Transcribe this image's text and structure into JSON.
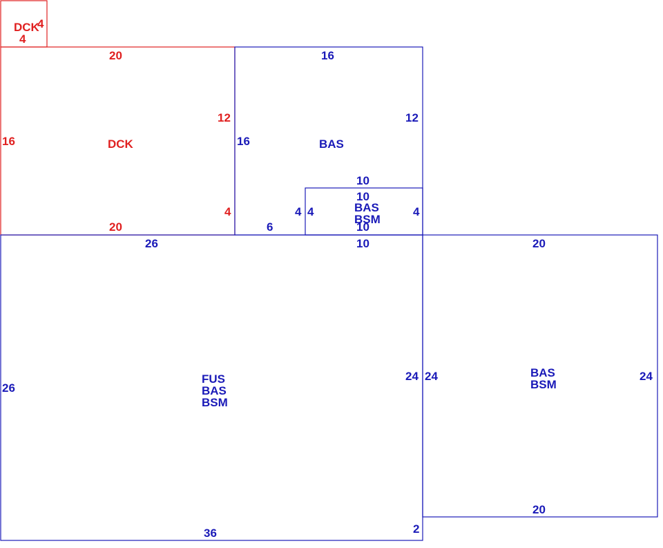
{
  "colors": {
    "deck": "#e02020",
    "building": "#1a1ab8",
    "background": "#ffffff"
  },
  "areas": [
    {
      "id": "dck-small",
      "codes": [
        "DCK"
      ],
      "dims": [
        "4",
        "4"
      ]
    },
    {
      "id": "dck-main",
      "codes": [
        "DCK"
      ],
      "dims": [
        "20",
        "12",
        "16",
        "4",
        "20"
      ]
    },
    {
      "id": "bas-upper",
      "codes": [
        "BAS"
      ],
      "dims": [
        "16",
        "12",
        "16",
        "6",
        "4"
      ]
    },
    {
      "id": "bas-bsm-small",
      "codes": [
        "BAS",
        "BSM"
      ],
      "dims": [
        "10",
        "10",
        "4",
        "4",
        "10",
        "10"
      ]
    },
    {
      "id": "fus-bas-bsm",
      "codes": [
        "FUS",
        "BAS",
        "BSM"
      ],
      "dims": [
        "26",
        "26",
        "24",
        "36",
        "2"
      ]
    },
    {
      "id": "bas-bsm-right",
      "codes": [
        "BAS",
        "BSM"
      ],
      "dims": [
        "20",
        "24",
        "24",
        "20"
      ]
    }
  ]
}
